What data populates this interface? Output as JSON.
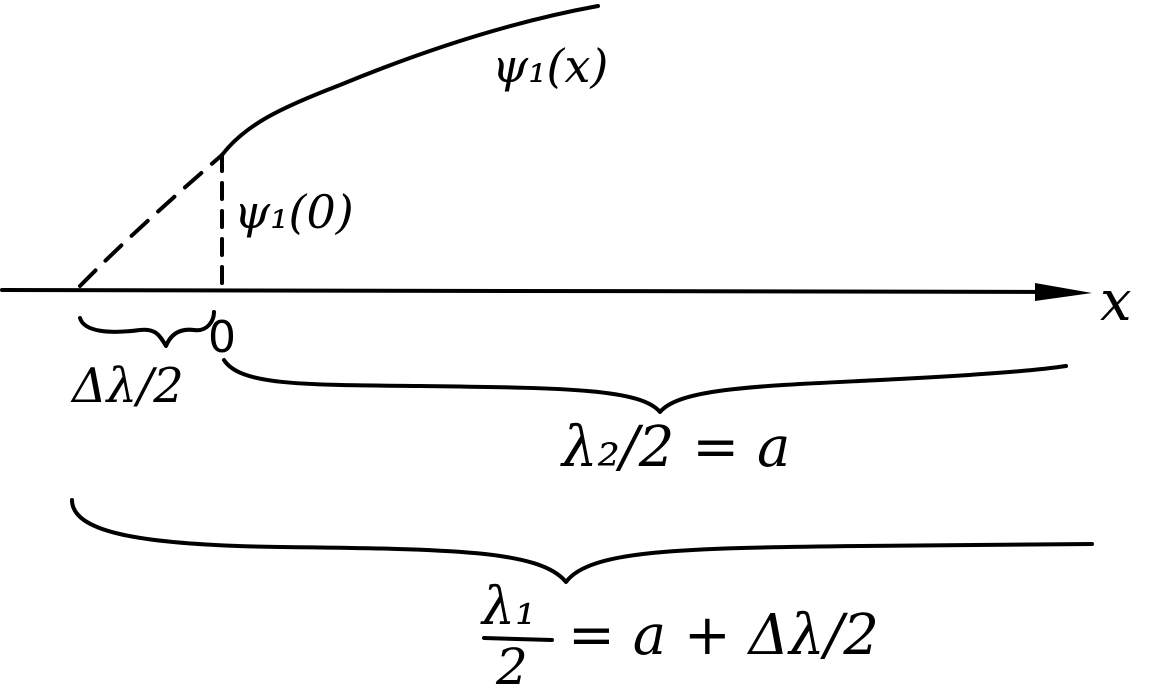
{
  "labels": {
    "psi_x": "ψ₁(x)",
    "psi_0": "ψ₁(0)",
    "axis_x": "x",
    "origin": "0",
    "delta_half": "Δλ/2",
    "lambda2_eq": "λ₂/2 = a",
    "lambda1_num": "λ₁",
    "lambda1_den": "2",
    "lambda1_rhs": "= a + Δλ/2"
  },
  "colors": {
    "ink": "#000000",
    "paper": "#ffffff"
  }
}
